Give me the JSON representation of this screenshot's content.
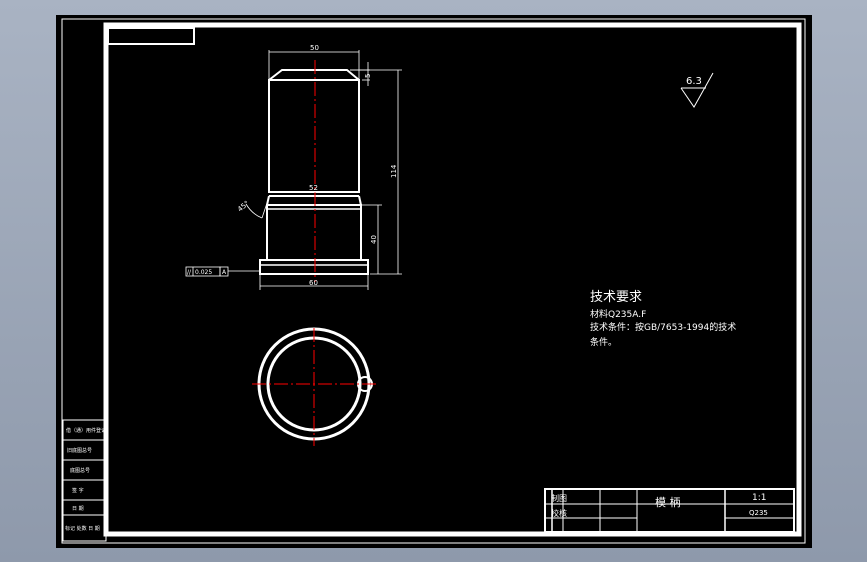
{
  "drawing": {
    "colors": {
      "background": "#000000",
      "outer_frame": "#a9b3c3",
      "line": "#ffffff",
      "centerline": "#ff0000"
    },
    "dimensions": {
      "top_width": "50",
      "chamfer": "5",
      "mid_width": "52",
      "total_height": "114",
      "chamfer_angle": "45°",
      "lower_height": "40",
      "base_width": "60"
    },
    "tolerance": {
      "symbol": "//",
      "value": "0.025",
      "datum": "A"
    },
    "roughness": "6.3",
    "tech_requirements": {
      "title": "技术要求",
      "line1": "材料Q235A.F",
      "line2": "技术条件：按GB/7653-1994的技术",
      "line3": "条件。"
    },
    "title_block": {
      "part_name": "模   柄",
      "scale": "1:1",
      "material": "Q235",
      "row1_label": "制图",
      "row2_label": "校核"
    },
    "side_table": {
      "rows": [
        "借（通）用件登记",
        "旧底图总号",
        "底图总号",
        "签  字",
        "日  期",
        "标记 处数  日 期"
      ]
    }
  }
}
